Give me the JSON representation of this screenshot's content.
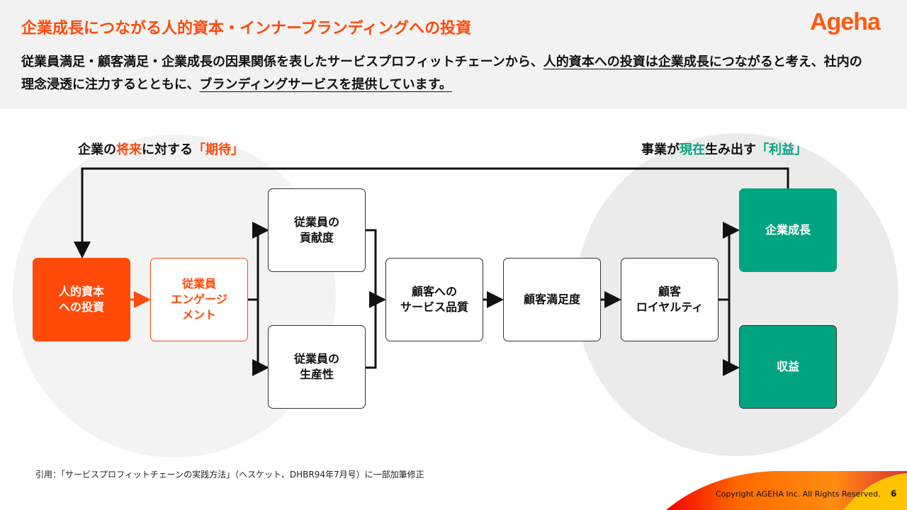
{
  "header": {
    "title": "企業成長につながる人的資本・インナーブランディングへの投資",
    "logo": "Ageha",
    "lead_1": "従業員満足・顧客満足・企業成長の因果関係を表したサービスプロフィットチェーンから、",
    "lead_u1": "人的資本への投資は企業成長につながる",
    "lead_2": "と考え、社内の理念浸透に注力するとともに、",
    "lead_u2": "ブランディングサービスを提供しています。"
  },
  "labels": {
    "left": {
      "a": "企業の",
      "b": "将来",
      "c": "に対する",
      "d": "「期待」"
    },
    "right": {
      "a": "事業が",
      "b": "現在",
      "c": "生み出す",
      "d": "「利益」"
    }
  },
  "boxes": {
    "invest": "人的資本\nへの投資",
    "engagement": "従業員\nエンゲージ\nメント",
    "contribution": "従業員の\n貢献度",
    "productivity": "従業員の\n生産性",
    "service": "顧客への\nサービス品質",
    "satisfaction": "顧客満足度",
    "loyalty": "顧客\nロイヤルティ",
    "growth": "企業成長",
    "profit": "収益"
  },
  "colors": {
    "orange": "#ff4a0a",
    "green": "#00a481"
  },
  "footer": {
    "citation": "引用：「サービスプロフィットチェーンの実践方法」（ヘスケット、DHBR94年7月号）に一部加筆修正",
    "copyright": "Copyright AGEHA Inc. All Rights Reserved.",
    "page": "6"
  }
}
